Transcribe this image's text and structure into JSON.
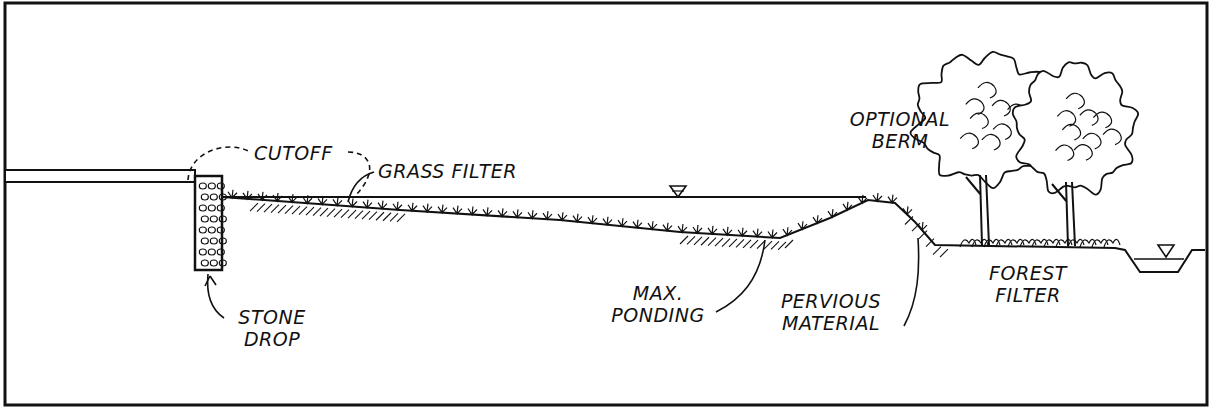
{
  "diagram": {
    "labels": [
      "CUTOFF",
      "GRASS FILTER",
      "OPTIONAL BERM",
      "MAX. PONDING",
      "PERVIOUS MATERIAL",
      "STONE DROP",
      "FOREST FILTER"
    ]
  }
}
